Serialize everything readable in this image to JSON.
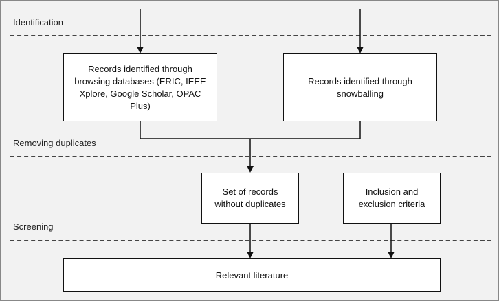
{
  "stages": {
    "identification": "Identification",
    "removing_duplicates": "Removing duplicates",
    "screening": "Screening"
  },
  "boxes": {
    "databases": "Records identified through browsing databases (ERIC, IEEE Xplore, Google Scholar, OPAC Plus)",
    "snowballing": "Records identified through snowballing",
    "no_duplicates": "Set of records without duplicates",
    "criteria": "Inclusion and exclusion criteria",
    "relevant": "Relevant literature"
  }
}
